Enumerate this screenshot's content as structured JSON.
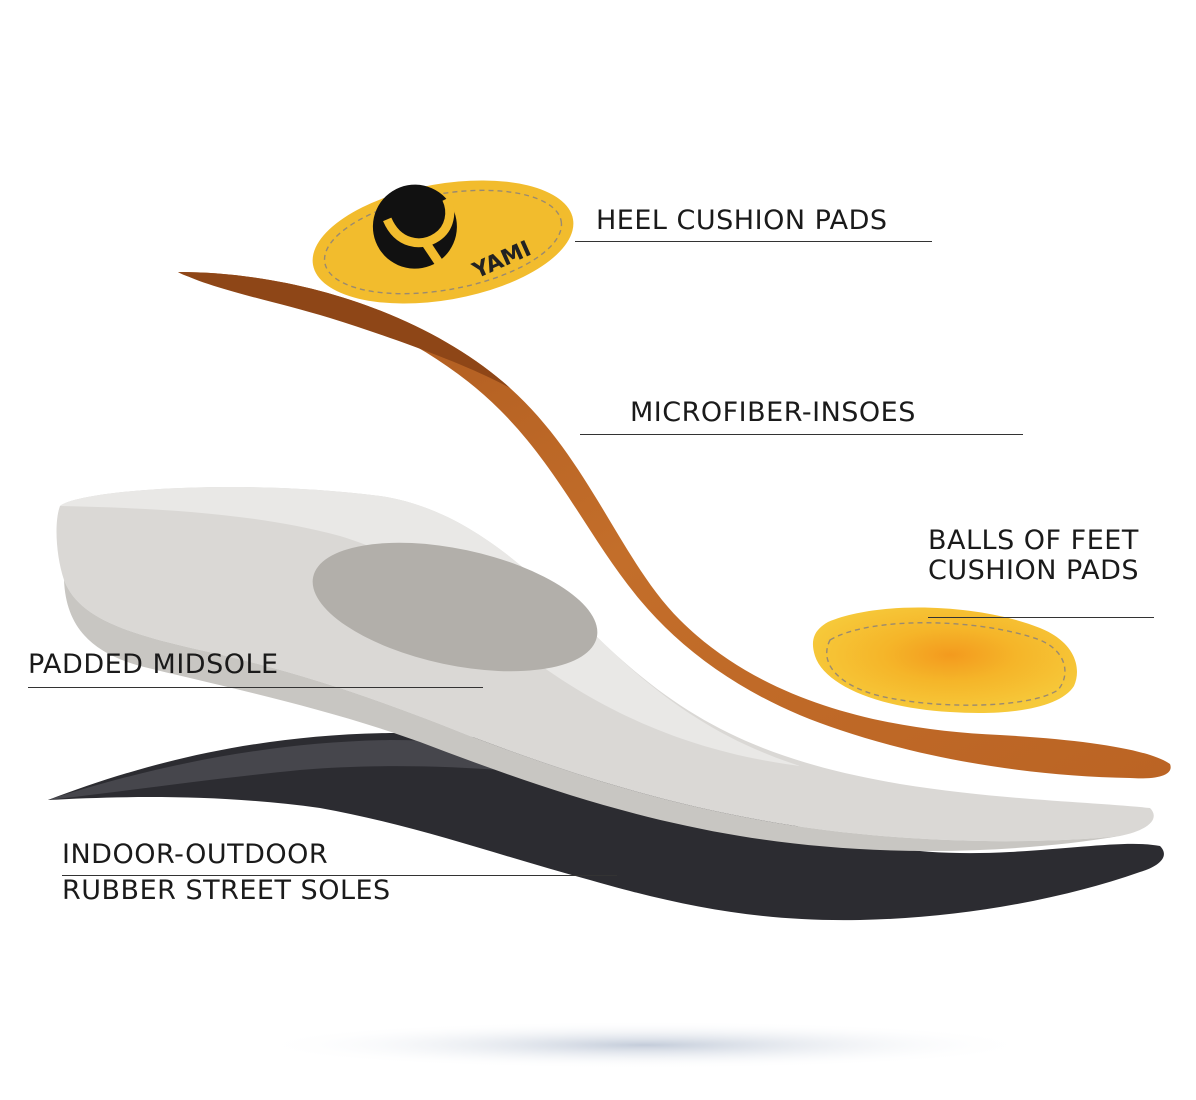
{
  "layers": [
    {
      "name": "heel-cushion-pads",
      "label_lines": [
        "HEEL CUSHION PADS"
      ],
      "color": "#f2bd2e"
    },
    {
      "name": "microfiber-insoles",
      "label_lines": [
        "MICROFIBER-INSOES"
      ],
      "color": "#c06a28"
    },
    {
      "name": "balls-of-feet-cushion-pads",
      "label_lines": [
        "BALLS OF FEET",
        "CUSHION PADS"
      ],
      "color": "#f3c233"
    },
    {
      "name": "padded-midsole",
      "label_lines": [
        "PADDED MIDSOLE"
      ],
      "color": "#dddbd8"
    },
    {
      "name": "rubber-street-soles",
      "label_lines": [
        "INDOOR-OUTDOOR",
        "RUBBER STREET SOLES"
      ],
      "color": "#2b2b30"
    }
  ],
  "logo": {
    "text": "YAMI",
    "icon": "y-logo-icon"
  }
}
